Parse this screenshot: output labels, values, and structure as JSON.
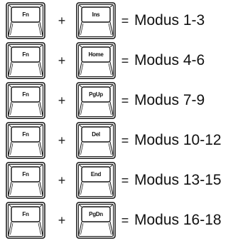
{
  "rows": [
    {
      "modifier": "Fn",
      "key": "Ins",
      "plus": "+",
      "equals": "=",
      "result": "Modus 1-3"
    },
    {
      "modifier": "Fn",
      "key": "Home",
      "plus": "+",
      "equals": "=",
      "result": "Modus 4-6"
    },
    {
      "modifier": "Fn",
      "key": "PgUp",
      "plus": "+",
      "equals": "=",
      "result": "Modus 7-9"
    },
    {
      "modifier": "Fn",
      "key": "Del",
      "plus": "+",
      "equals": "=",
      "result": "Modus 10-12"
    },
    {
      "modifier": "Fn",
      "key": "End",
      "plus": "+",
      "equals": "=",
      "result": "Modus 13-15"
    },
    {
      "modifier": "Fn",
      "key": "PgDn",
      "plus": "+",
      "equals": "=",
      "result": "Modus 16-18"
    }
  ]
}
